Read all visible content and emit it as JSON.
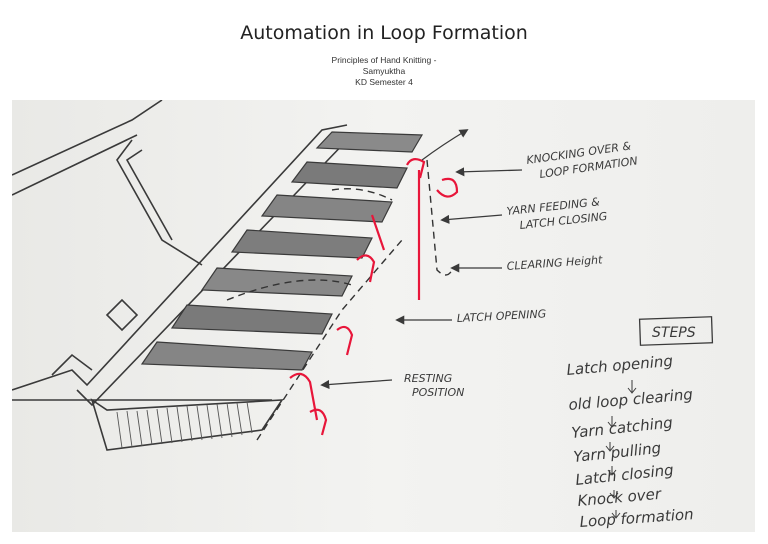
{
  "header": {
    "title": "Automation in Loop Formation",
    "subtitle_line1": "Principles of Hand Knitting -",
    "subtitle_line2": "Samyuktha",
    "subtitle_line3": "KD Semester 4"
  },
  "labels": {
    "knocking_1": "KNOCKING OVER &",
    "knocking_2": "LOOP FORMATION",
    "yarn_1": "YARN FEEDING &",
    "yarn_2": "LATCH CLOSING",
    "clearing": "CLEARING Height",
    "latch_opening": "LATCH OPENING",
    "resting_1": "RESTING",
    "resting_2": "POSITION"
  },
  "steps": {
    "title": "STEPS",
    "items": [
      "Latch opening",
      "old loop clearing",
      "Yarn catching",
      "Yarn pulling",
      "Latch closing",
      "Knock over",
      "Loop formation"
    ]
  },
  "colors": {
    "ink": "#3a3a3a",
    "red": "#e8163a",
    "paper": "#f2f2f0"
  }
}
